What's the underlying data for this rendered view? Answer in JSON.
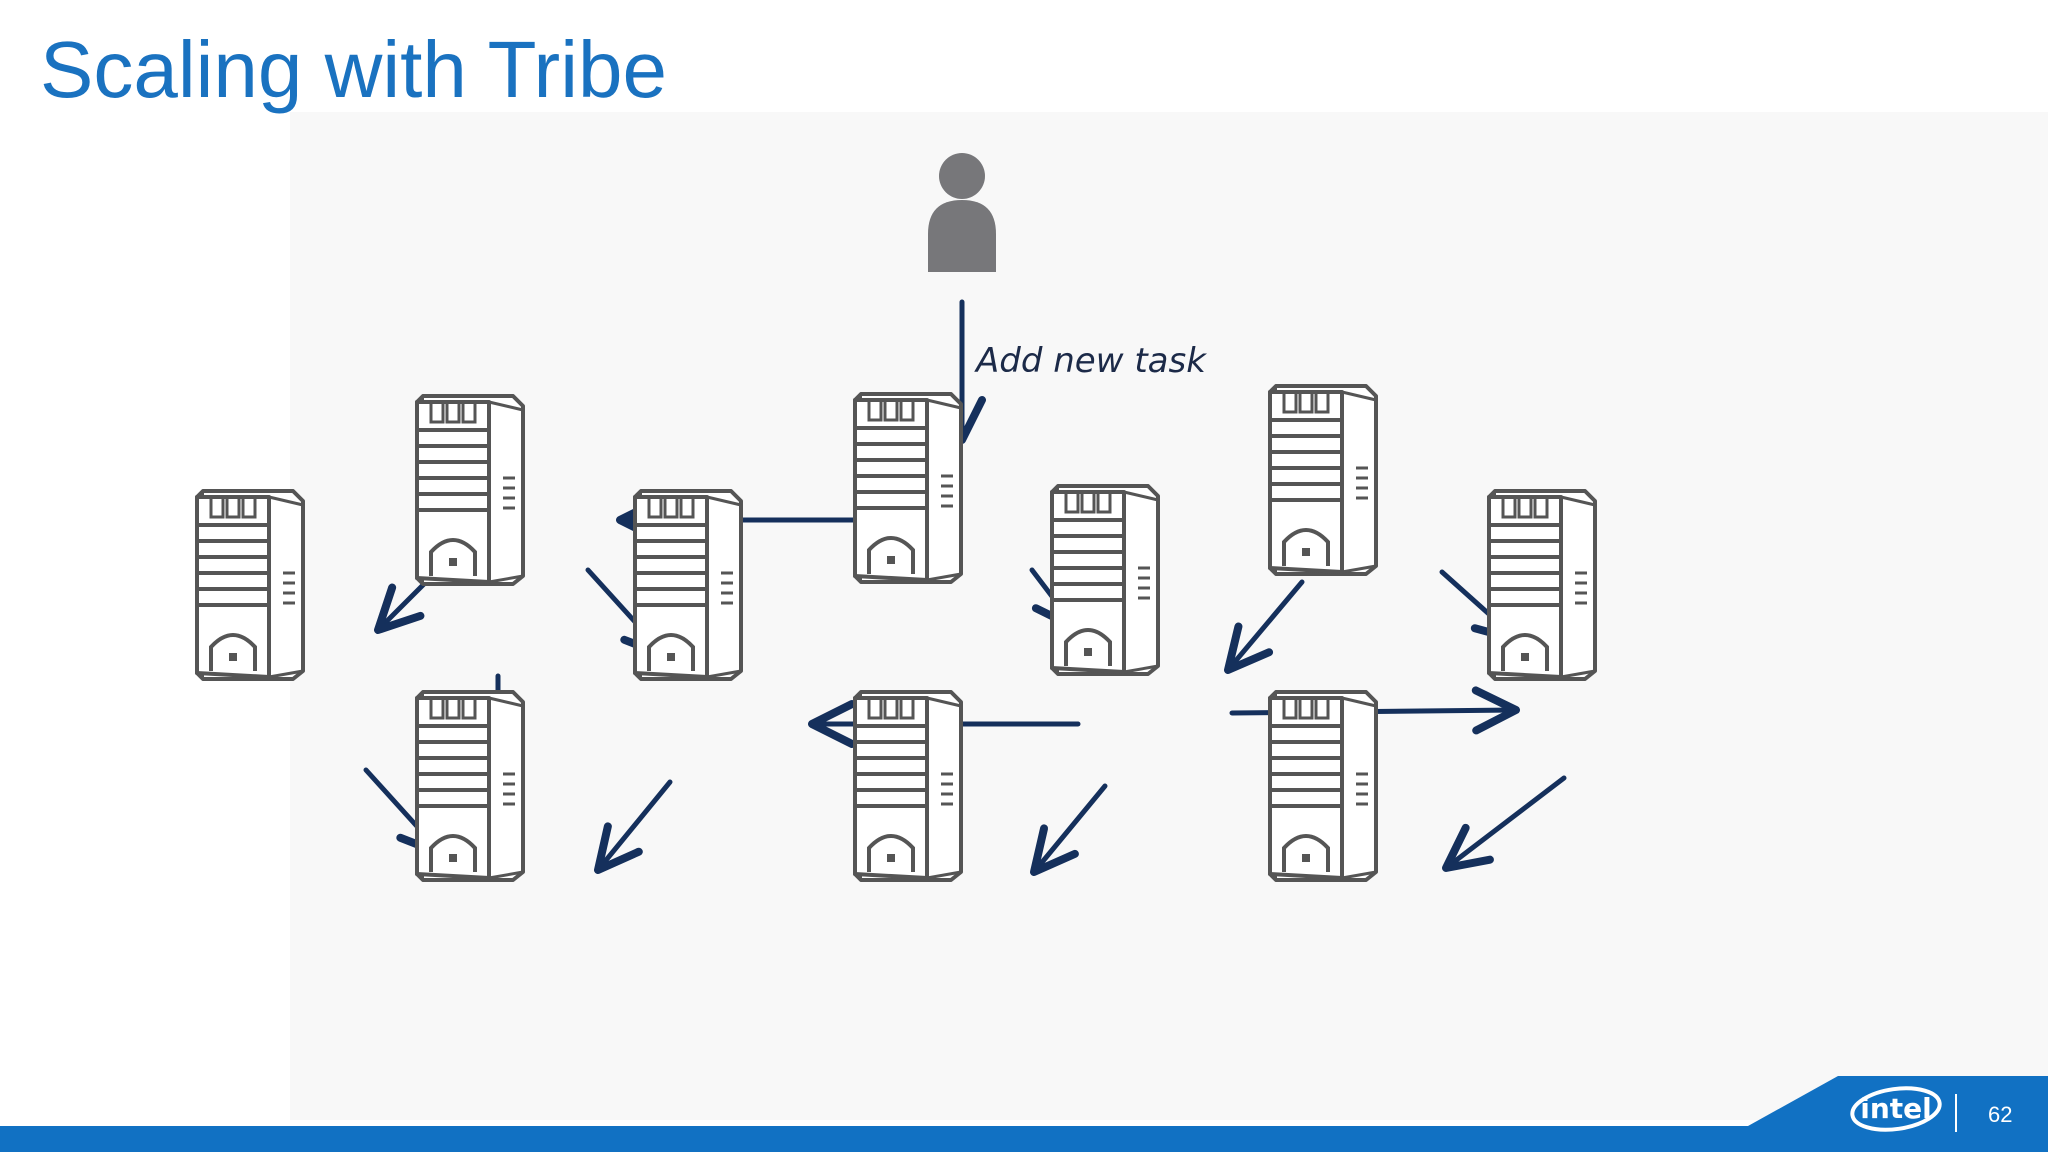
{
  "slide": {
    "title": "Scaling with Tribe",
    "page_number": "62"
  },
  "diagram": {
    "edge_label": "Add new task",
    "colors": {
      "arrow": "#15305c",
      "server_outline": "#555555",
      "person": "#77777a",
      "title": "#1a72c0",
      "footer": "#1171c3"
    },
    "nodes": [
      {
        "id": "user",
        "kind": "person",
        "icon": "person-icon"
      },
      {
        "id": "s1",
        "kind": "server",
        "icon": "server-icon"
      },
      {
        "id": "s2",
        "kind": "server",
        "icon": "server-icon"
      },
      {
        "id": "s3",
        "kind": "server",
        "icon": "server-icon"
      },
      {
        "id": "s4",
        "kind": "server",
        "icon": "server-icon"
      },
      {
        "id": "s5",
        "kind": "server",
        "icon": "server-icon"
      },
      {
        "id": "s6",
        "kind": "server",
        "icon": "server-icon"
      },
      {
        "id": "s7",
        "kind": "server",
        "icon": "server-icon"
      },
      {
        "id": "s8",
        "kind": "server",
        "icon": "server-icon"
      },
      {
        "id": "s9",
        "kind": "server",
        "icon": "server-icon"
      },
      {
        "id": "s10",
        "kind": "server",
        "icon": "server-icon"
      },
      {
        "id": "s11",
        "kind": "server",
        "icon": "server-icon"
      }
    ],
    "edges": [
      {
        "from": "user",
        "to": "s6",
        "label": "Add new task"
      },
      {
        "from": "s6",
        "to": "s1"
      },
      {
        "from": "s6",
        "to": "s7"
      },
      {
        "from": "s1",
        "to": "s2"
      },
      {
        "from": "s1",
        "to": "s3"
      },
      {
        "from": "s1",
        "to": "s4"
      },
      {
        "from": "s2",
        "to": "s4"
      },
      {
        "from": "s3",
        "to": "s4"
      },
      {
        "from": "s7",
        "to": "s3"
      },
      {
        "from": "s7",
        "to": "s10"
      },
      {
        "from": "s7",
        "to": "s8"
      },
      {
        "from": "s9",
        "to": "s7"
      },
      {
        "from": "s9",
        "to": "s10"
      },
      {
        "from": "s10",
        "to": "s11"
      }
    ]
  },
  "logo": {
    "text": "intel"
  }
}
